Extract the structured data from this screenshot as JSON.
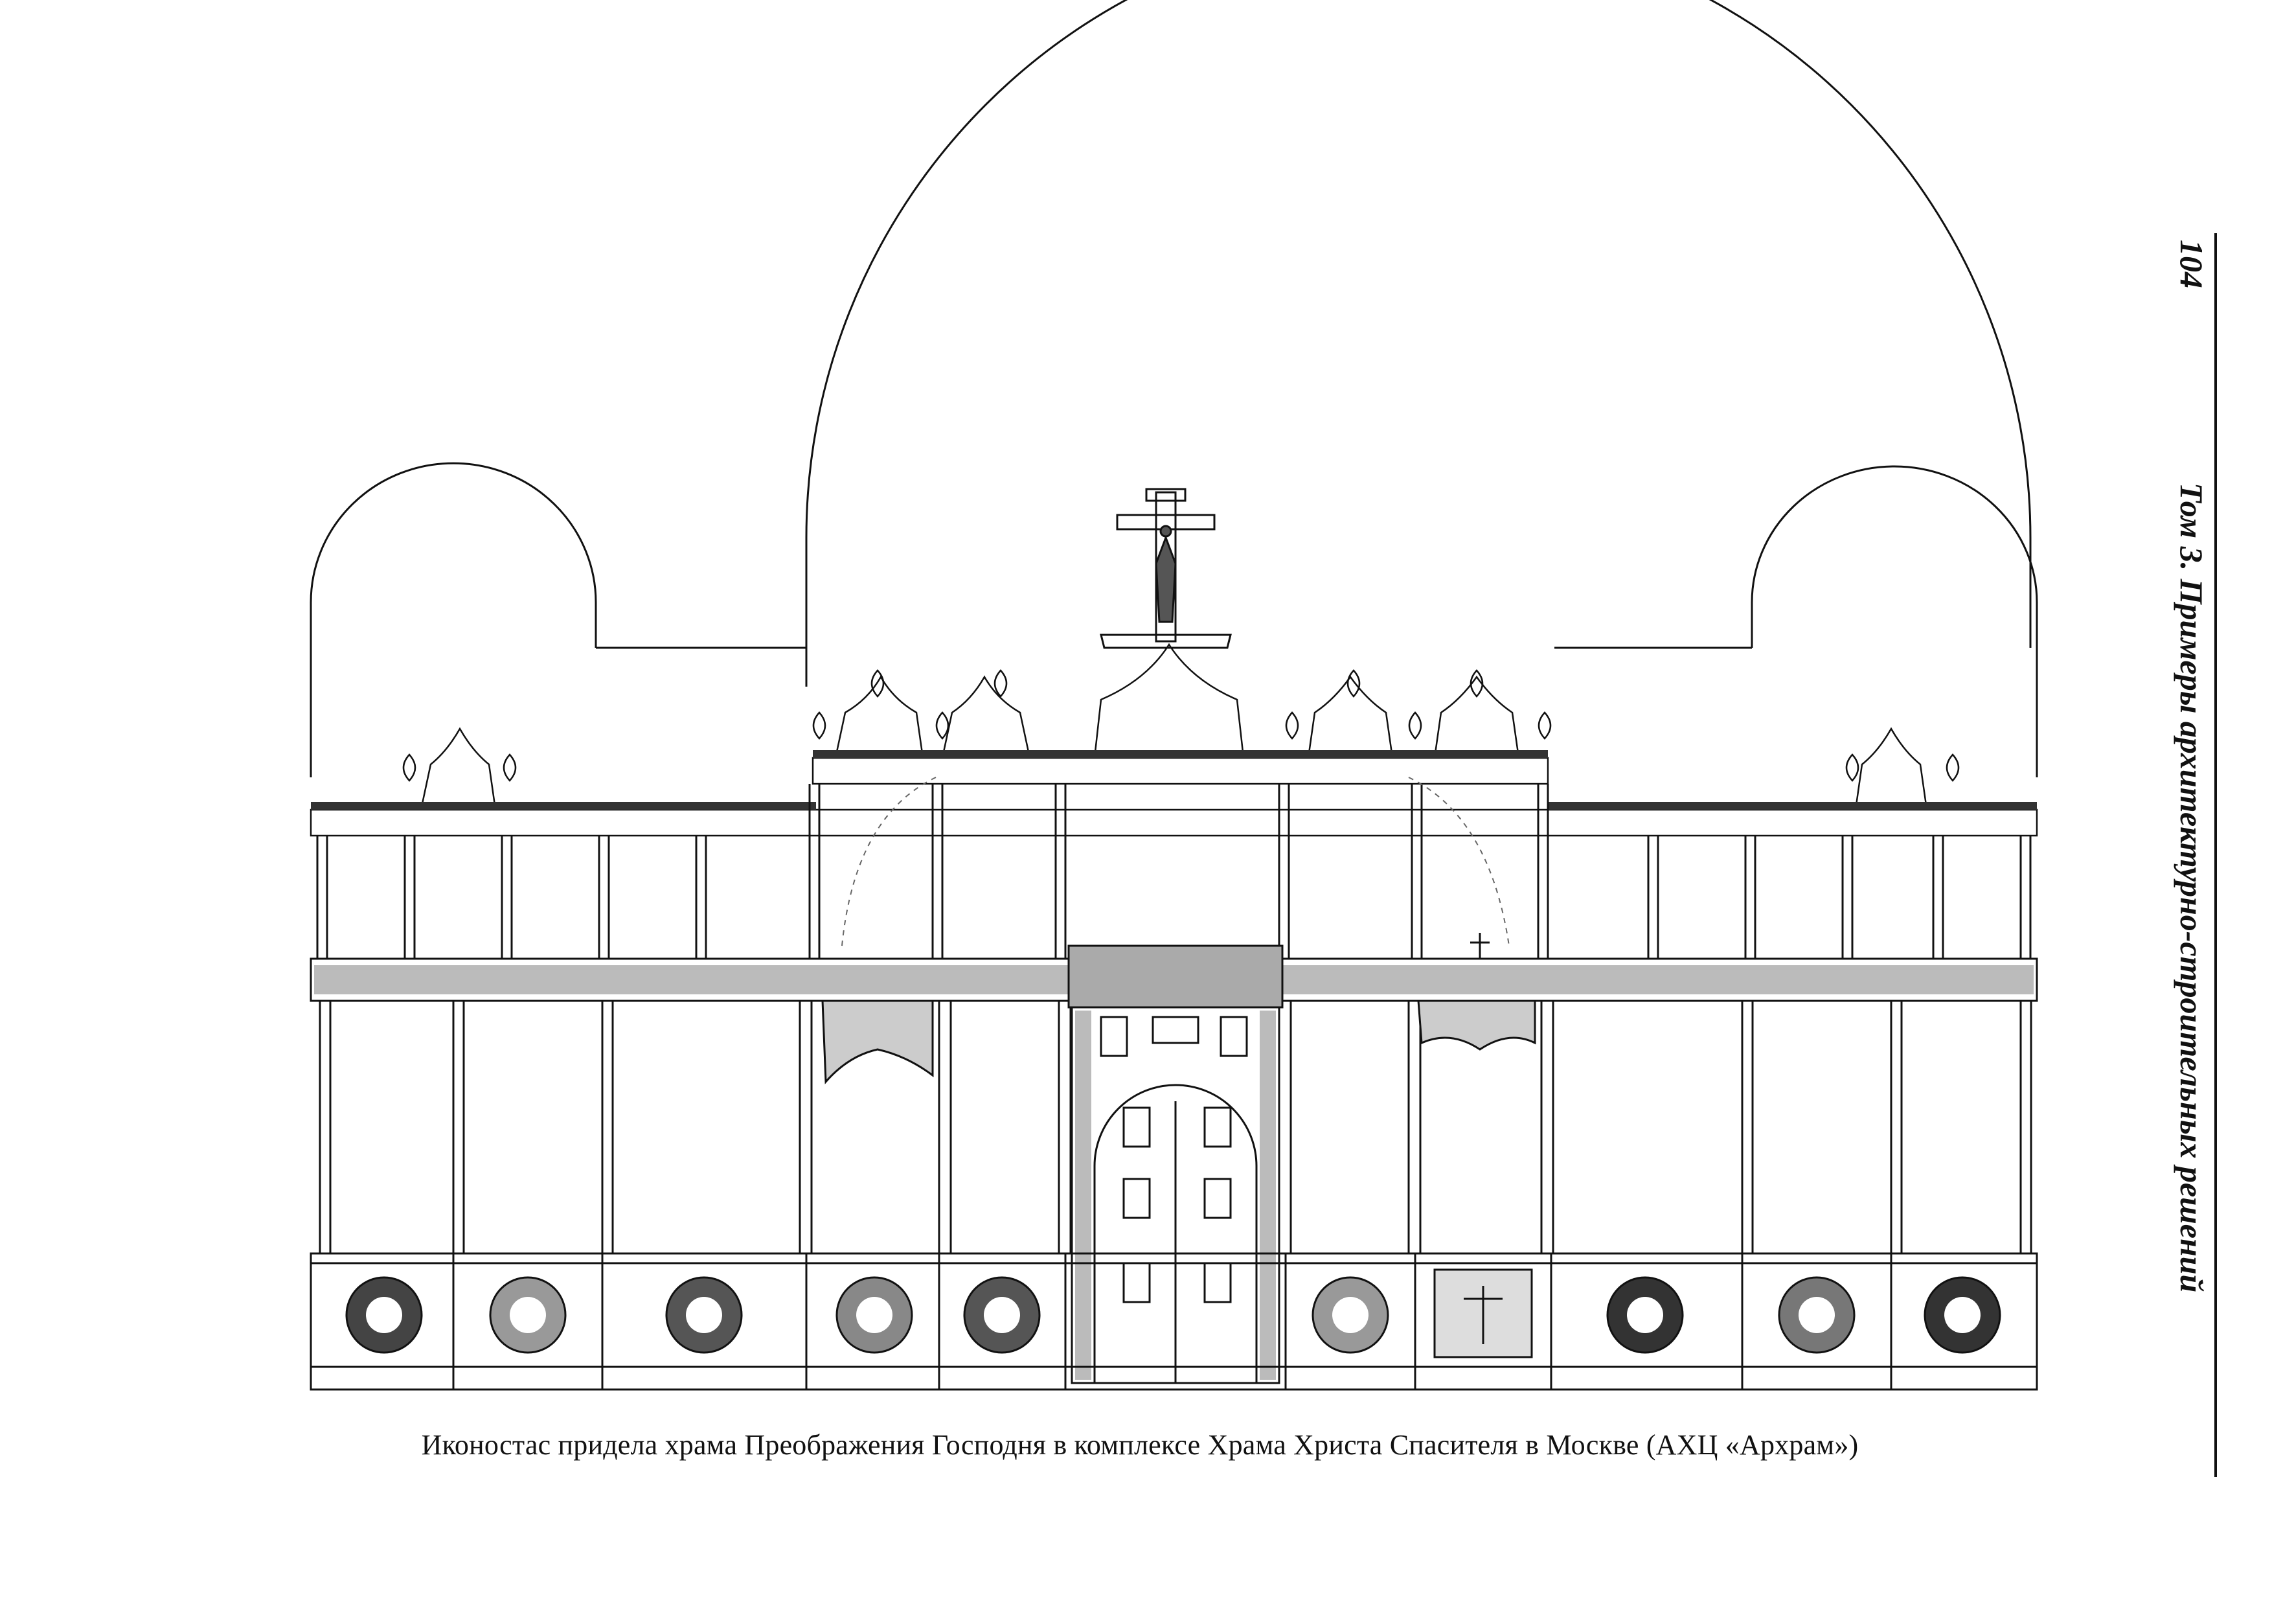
{
  "page": {
    "page_number": "104",
    "running_header": "Том 3. Примеры архитектурно-строительных решений",
    "caption": "Иконостас придела храма Преображения Господня в комплексе Храма Христа Спасителя в Москве (АХЦ «Архрам»)"
  },
  "drawing": {
    "colors": {
      "ink": "#111111",
      "ornament": "#333333",
      "paper": "#ffffff"
    },
    "icon_names": [
      "cross-icon",
      "onion-dome-icon",
      "rosette-icon",
      "royal-doors-icon"
    ]
  }
}
